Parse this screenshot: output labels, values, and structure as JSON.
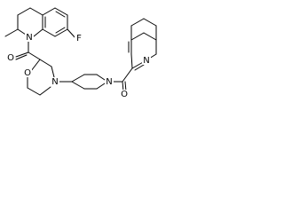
{
  "colors": {
    "background": "#ffffff",
    "bond": "#000000",
    "label": "#000000"
  },
  "atoms": {
    "fluorine": "F",
    "quinoline_nitrogen": "N",
    "carbonyl_oxygen_left": "O",
    "morpholine_oxygen": "O",
    "morpholine_nitrogen": "N",
    "piperidine_nitrogen": "N",
    "carbonyl_oxygen_right": "O",
    "isoquinoline_nitrogen": "N"
  }
}
